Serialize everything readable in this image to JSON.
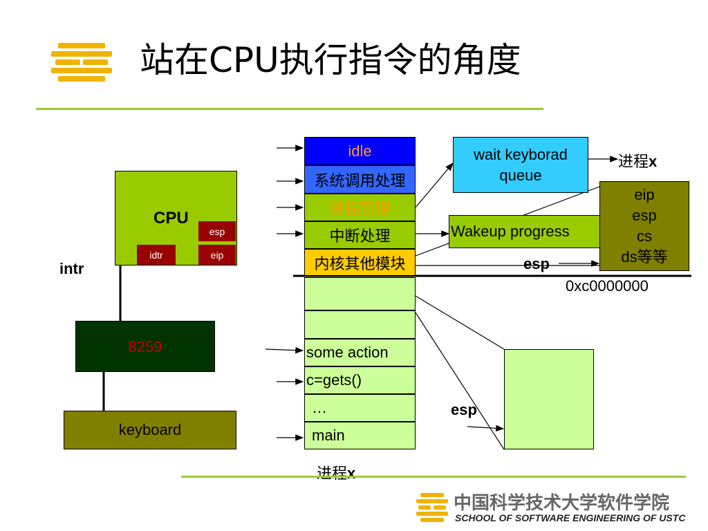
{
  "title": "站在CPU执行指令的角度",
  "cpu": {
    "label": "CPU",
    "registers": {
      "esp": "esp",
      "idtr": "idtr",
      "eip": "eip"
    }
  },
  "intr_label": "intr",
  "pic": {
    "label": "8259"
  },
  "keyboard": {
    "label": "keyboard"
  },
  "kernel_stack": [
    {
      "label": "idle",
      "fill": "#0000ff",
      "text_color": "#ff9933"
    },
    {
      "label": "系统调用处理",
      "fill": "#3366ff",
      "text_color": "#000000"
    },
    {
      "label": "进程管理",
      "fill": "#99cc00",
      "text_color": "#ff9900"
    },
    {
      "label": "中断处理",
      "fill": "#99cc00",
      "text_color": "#000000"
    },
    {
      "label": "内核其他模块",
      "fill": "#ffcc00",
      "text_color": "#000000"
    }
  ],
  "user_stack": [
    {
      "label": "",
      "fill": "#ccff99"
    },
    {
      "label": "",
      "fill": "#ccff99"
    },
    {
      "label": "some action",
      "fill": "#ccff99"
    },
    {
      "label": "c=gets()",
      "fill": "#ccff99"
    },
    {
      "label": "…",
      "fill": "#ccff99"
    },
    {
      "label": "main",
      "fill": "#ccff99"
    }
  ],
  "wait_queue": {
    "label": "wait keyborad queue"
  },
  "wakeup": {
    "label": "Wakeup progress"
  },
  "context": {
    "lines": [
      "eip",
      "esp",
      "cs",
      "ds等等"
    ]
  },
  "labels": {
    "process_x_top": "进程x",
    "process_x_bottom": "进程x",
    "esp_upper": "esp",
    "esp_lower": "esp",
    "boundary_address": "0xc0000000"
  },
  "footer": {
    "school_cn": "中国科学技术大学软件学院",
    "school_en": "SCHOOL OF SOFTWARE ENGINEERING OF USTC"
  },
  "colors": {
    "accent_line": "#99cc33",
    "logo": "#f0b400"
  }
}
